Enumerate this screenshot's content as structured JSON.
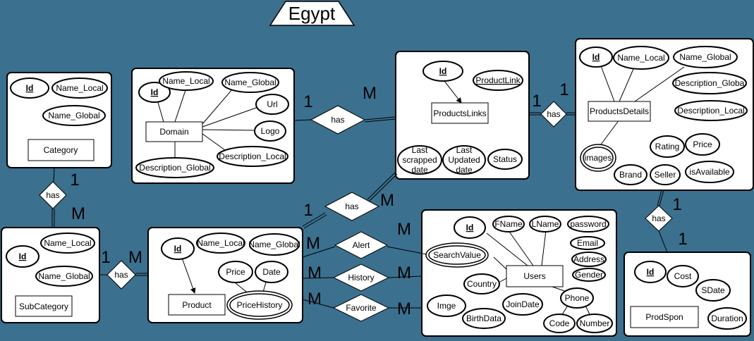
{
  "title": "Egypt",
  "entities": {
    "category": {
      "name": "Category",
      "attrs": {
        "id": "Id",
        "name_local": "Name_Local",
        "name_global": "Name_Global"
      }
    },
    "domain": {
      "name": "Domain",
      "attrs": {
        "id": "Id",
        "name_local": "Name_Local",
        "name_global": "Name_Global",
        "url": "Url",
        "logo": "Logo",
        "desc_local": "Description_Local",
        "desc_global": "Description_Global"
      }
    },
    "products_links": {
      "name": "ProductsLinks",
      "attrs": {
        "id": "Id",
        "product_link": "ProductLink",
        "last_scrapped_1": "Last",
        "last_scrapped_2": "scrapped",
        "last_scrapped_3": "date",
        "last_updated_1": "Last",
        "last_updated_2": "Updated",
        "last_updated_3": "date",
        "status": "Status"
      }
    },
    "products_details": {
      "name": "ProductsDetails",
      "attrs": {
        "id": "Id",
        "name_local": "Name_Local",
        "name_global": "Name_Global",
        "desc_global": "Description_Globa",
        "desc_local": "Description_Local",
        "rating": "Rating",
        "price": "Price",
        "images": "images",
        "brand": "Brand",
        "seller": "Seller",
        "is_available": "isAvailable"
      }
    },
    "subcategory": {
      "name": "SubCategory",
      "attrs": {
        "id": "Id",
        "name_local": "Name_Local",
        "name_global": "Name_Global"
      }
    },
    "product": {
      "name": "Product",
      "attrs": {
        "id": "Id",
        "name_local": "Name_Local",
        "name_global": "Name_Global",
        "price": "Price",
        "date": "Date",
        "price_history": "PriceHistory"
      }
    },
    "users": {
      "name": "Users",
      "attrs": {
        "id": "Id",
        "fname": "FName",
        "lname": "LName",
        "password": "password",
        "email": "Email",
        "address": "Address",
        "gender": "Gender",
        "search_value": "SearchValue",
        "country": "Country",
        "phone": "Phone",
        "code": "Code",
        "number": "Number",
        "imge": "Imge",
        "join_date": "JoinDate",
        "birth_data": "BirthData"
      }
    },
    "prodspon": {
      "name": "ProdSpon",
      "attrs": {
        "id": "Id",
        "cost": "Cost",
        "sdate": "SDate",
        "duration": "Duration"
      }
    }
  },
  "relationships": {
    "domain_links": {
      "label": "has",
      "card_a": "1",
      "card_b": "M"
    },
    "links_details": {
      "label": "has",
      "card_a": "1",
      "card_b": "1"
    },
    "category_subcategory": {
      "label": "has",
      "card_a": "1",
      "card_b": "M"
    },
    "subcategory_product": {
      "label": "has",
      "card_a": "1",
      "card_b": "M"
    },
    "product_links": {
      "label": "has",
      "card_a": "1",
      "card_b": "M"
    },
    "alert": {
      "label": "Alert",
      "card_a": "M",
      "card_b": "M"
    },
    "history": {
      "label": "History",
      "card_a": "M",
      "card_b": "M"
    },
    "favorite": {
      "label": "Favorite",
      "card_a": "M",
      "card_b": "M"
    },
    "details_prodspon": {
      "label": "has",
      "card_a": "1",
      "card_b": "1"
    }
  },
  "colors": {
    "background": "#3b708f",
    "panel": "#ffffff",
    "stroke": "#000000"
  }
}
